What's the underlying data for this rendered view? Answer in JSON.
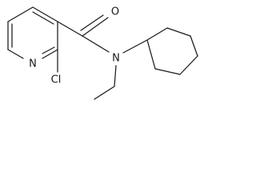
{
  "atoms": {
    "oxygen": "O",
    "amide_nitrogen": "N",
    "pyridine_nitrogen": "N",
    "chlorine": "Cl"
  },
  "colors": {
    "bond": "#1a1a1a",
    "background": "#ffffff"
  }
}
